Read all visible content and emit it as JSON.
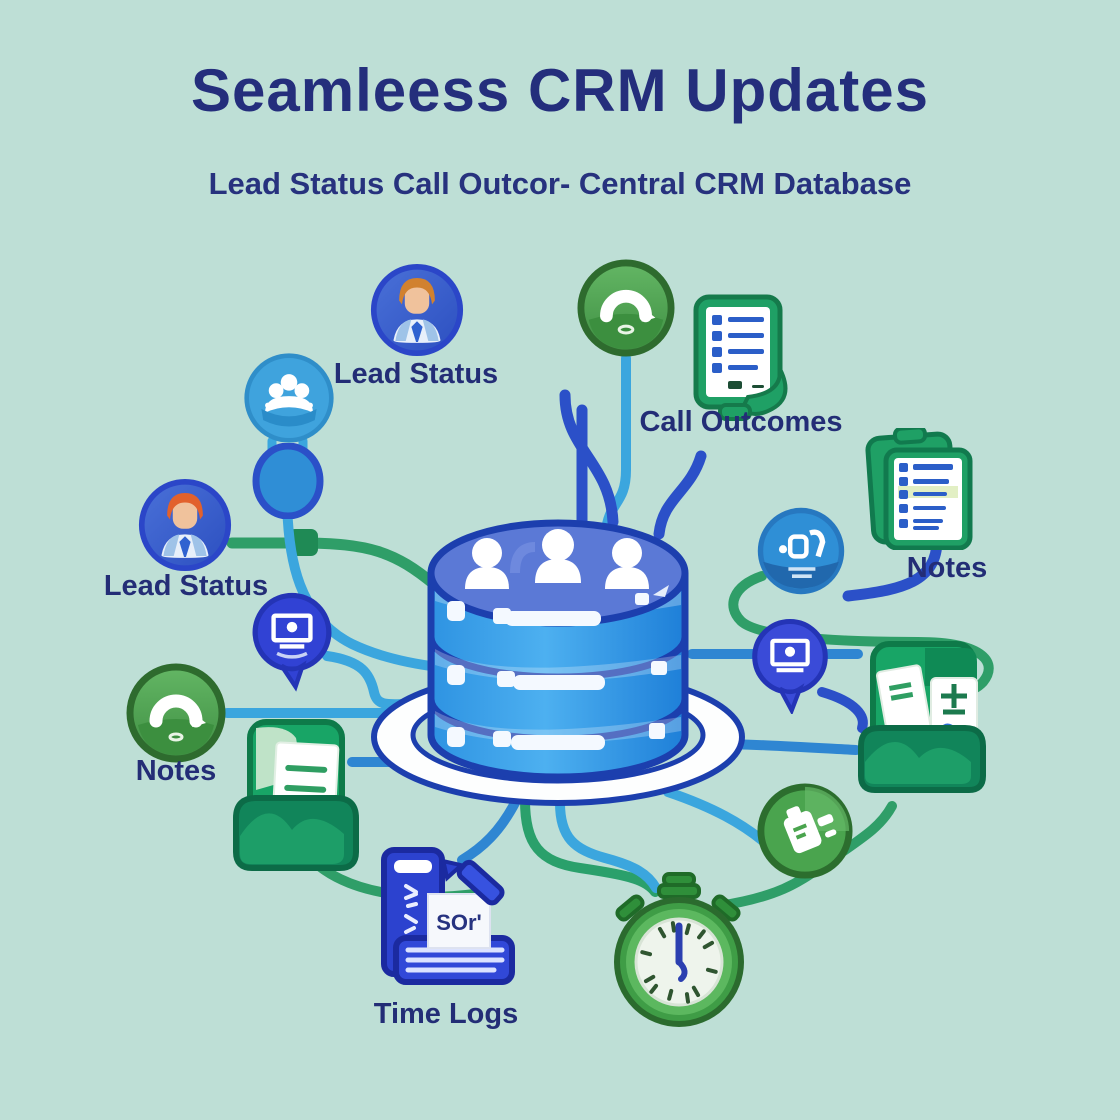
{
  "header": {
    "title": "Seamleess CRM Updates",
    "subtitle": "Lead Status Call Outcor- Central CRM Database"
  },
  "labels": {
    "lead_status_top": "Lead Status",
    "call_outcomes": "Call Outcomes",
    "notes_right": "Notes",
    "lead_status_left": "Lead Status",
    "notes_left": "Notes",
    "time_logs": "Time Logs",
    "sor_card": "SOr'"
  },
  "icons": [
    "person-avatar-icon-top",
    "people-group-icon",
    "gauge-icon-top",
    "checklist-clipboard-icon",
    "notes-clipboards-icon",
    "person-avatar-icon-left",
    "chat-monitor-bubble-icon-left",
    "gauge-icon-left",
    "document-folder-icon-left",
    "database-icon",
    "phone-device-circle-icon",
    "chat-monitor-bubble-icon-right",
    "document-folder-icon-right",
    "notebook-circle-icon",
    "time-logs-books-icon",
    "stopwatch-icon"
  ],
  "colors": {
    "background": "#bedfd6",
    "title_navy": "#242e7c",
    "dark_blue": "#2b50c8",
    "medium_blue": "#2f86d2",
    "light_blue": "#3ba6de",
    "green": "#2f9e68",
    "dark_green": "#157a4b",
    "database_blue": "#2f9fe8",
    "database_top": "#5b79d6",
    "avatar_blue": "#3a5fd0",
    "white": "#ffffff"
  }
}
